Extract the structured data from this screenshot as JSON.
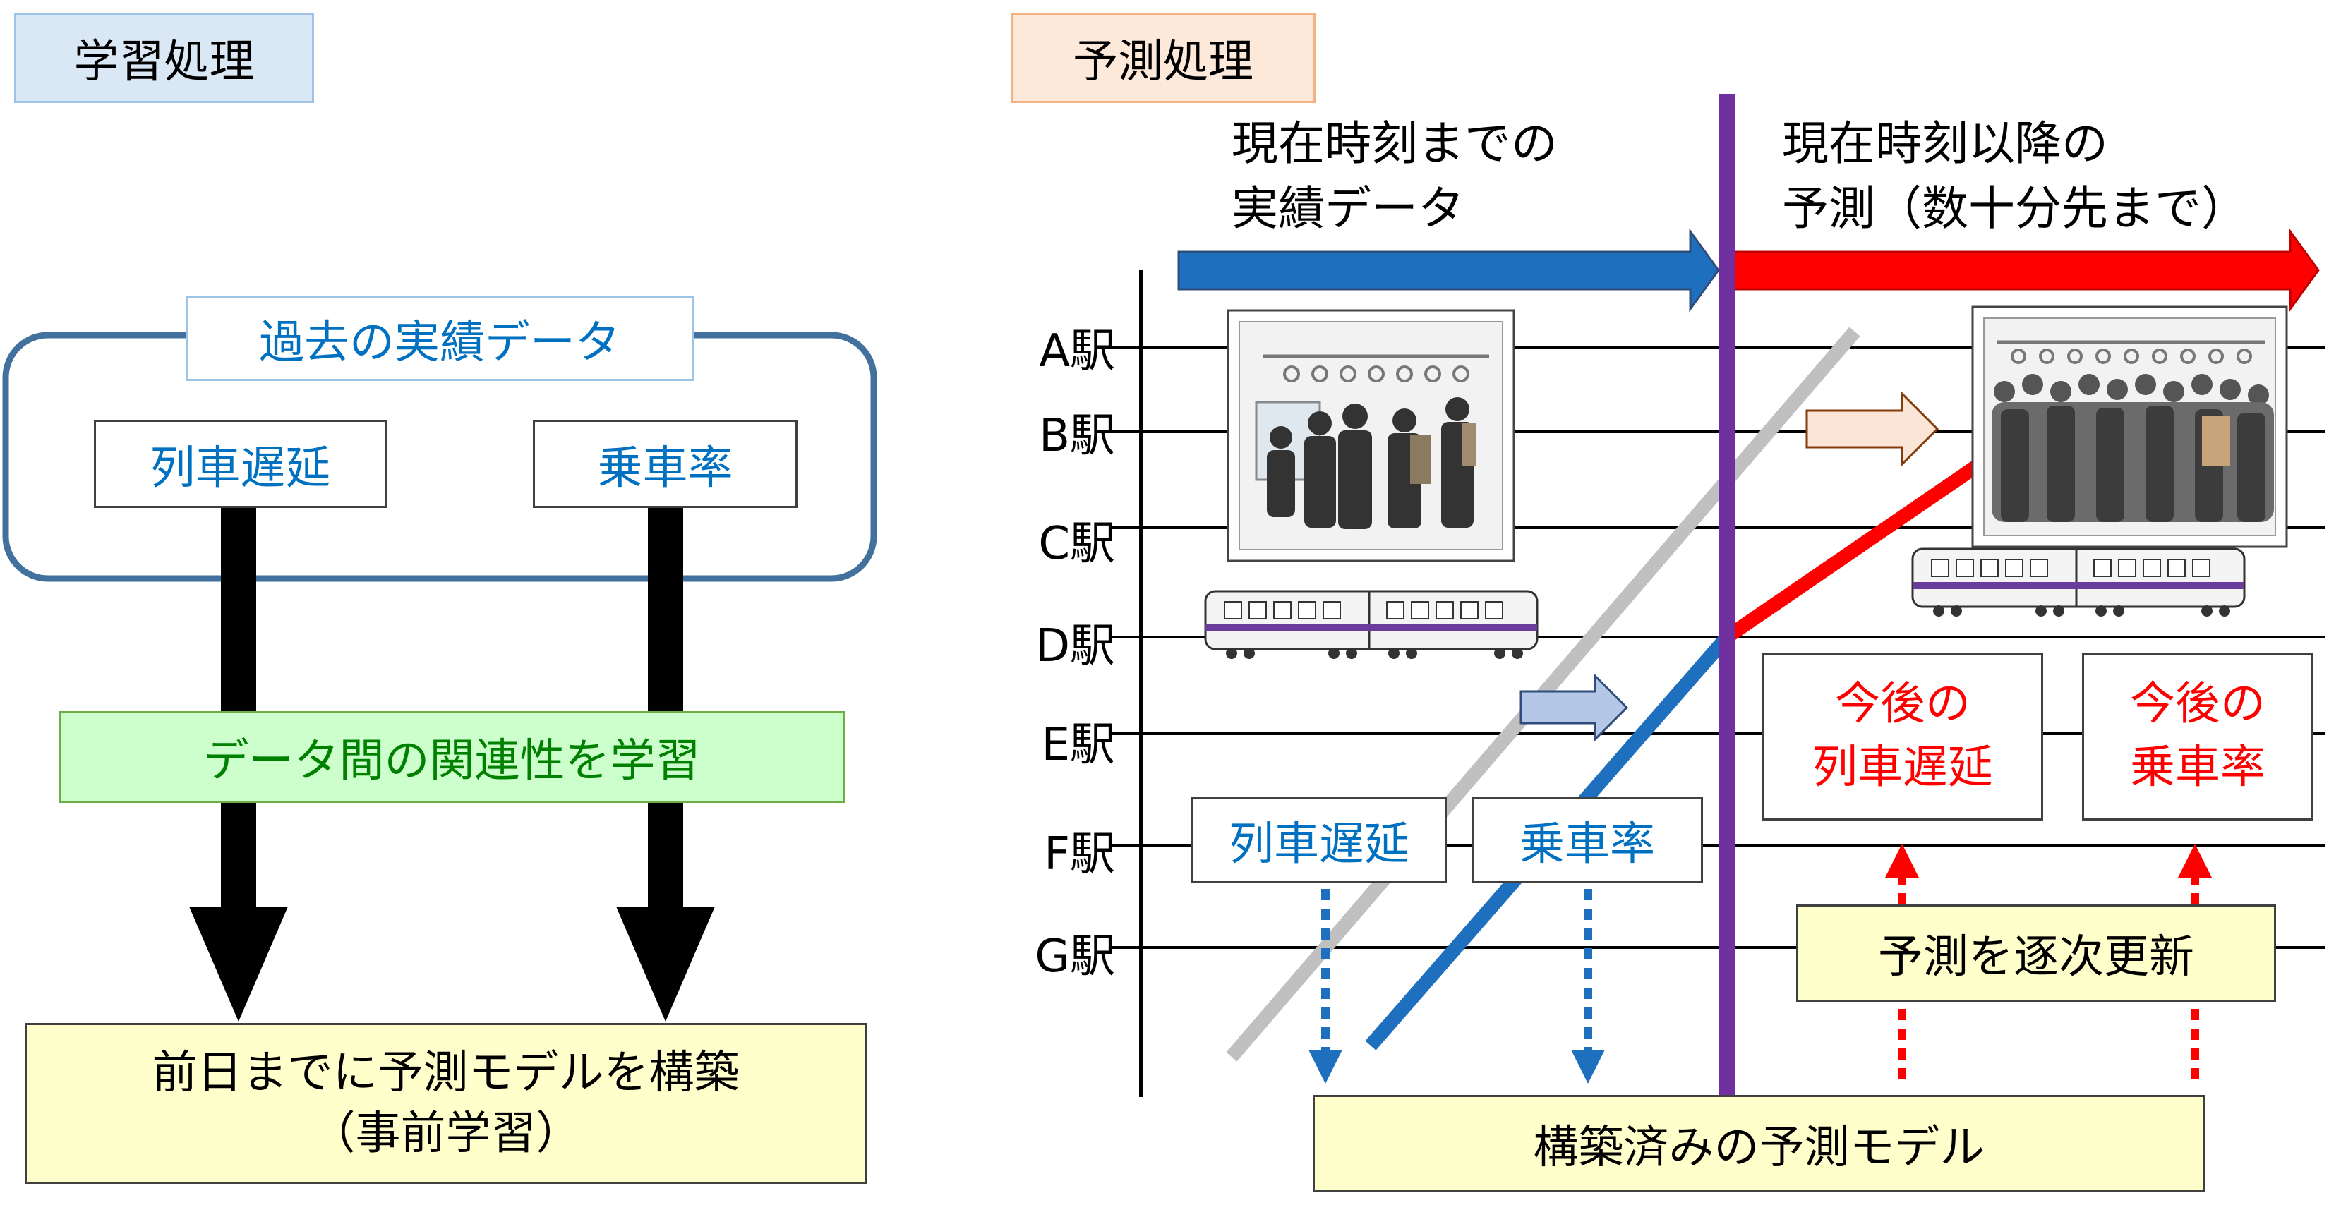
{
  "left": {
    "title": "学習処理",
    "group_title": "過去の実績データ",
    "input_delay": "列車遅延",
    "input_ride": "乗車率",
    "learn_label": "データ間の関連性を学習",
    "model_line1": "前日までに予測モデルを構築",
    "model_line2": "（事前学習）"
  },
  "right": {
    "title": "予測処理",
    "past_line1": "現在時刻までの",
    "past_line2": "実績データ",
    "future_line1": "現在時刻以降の",
    "future_line2": "予測（数十分先まで）",
    "stations": [
      "A駅",
      "B駅",
      "C駅",
      "D駅",
      "E駅",
      "F駅",
      "G駅"
    ],
    "actual_delay": "列車遅延",
    "actual_ride": "乗車率",
    "future_delay_line1": "今後の",
    "future_delay_line2": "列車遅延",
    "future_ride_line1": "今後の",
    "future_ride_line2": "乗車率",
    "update_label": "予測を逐次更新",
    "built_model": "構築済みの予測モデル"
  },
  "colors": {
    "blue_arrow": "#1f6fbf",
    "red_arrow": "#ff0000",
    "now_line": "#7030a0",
    "green_box": "#ccffcc",
    "yellow_box": "#ffffcc",
    "title_box_left": "#dae8f5",
    "title_box_right": "#fde9d9",
    "blue_text": "#0070c0",
    "red_text": "#ff0000",
    "green_text": "#008000"
  }
}
